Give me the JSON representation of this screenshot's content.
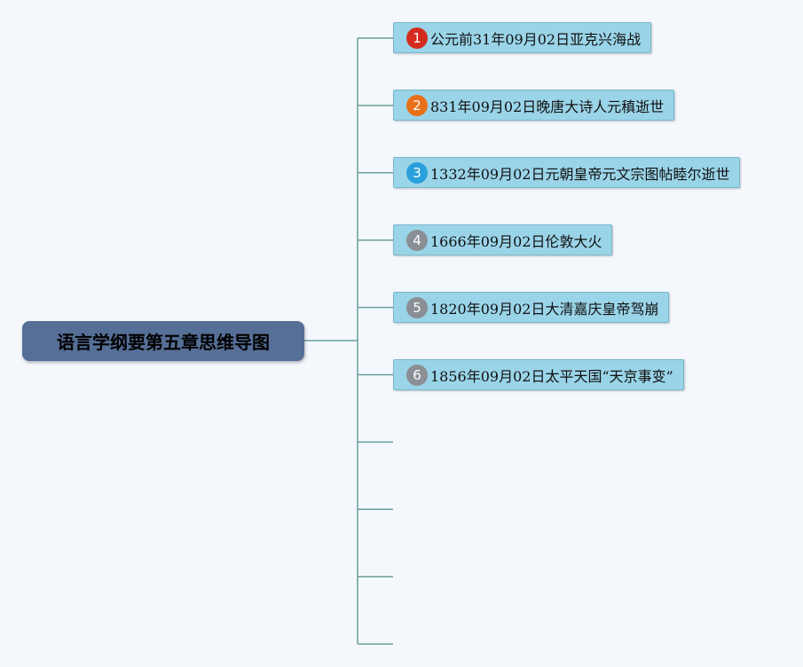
{
  "root": {
    "title": "语言学纲要第五章思维导图"
  },
  "topics": [
    {
      "number": "1",
      "text": "公元前31年09月02日亚克兴海战",
      "badge_color": "#d42a1f"
    },
    {
      "number": "2",
      "text": "831年09月02日晚唐大诗人元稹逝世",
      "badge_color": "#e8701a"
    },
    {
      "number": "3",
      "text": "1332年09月02日元朝皇帝元文宗图帖睦尔逝世",
      "badge_color": "#2aa0dc"
    },
    {
      "number": "4",
      "text": "1666年09月02日伦敦大火",
      "badge_color": "#8a8f95"
    },
    {
      "number": "5",
      "text": "1820年09月02日大清嘉庆皇帝驾崩",
      "badge_color": "#8a8f95"
    },
    {
      "number": "6",
      "text": "1856年09月02日太平天国“天京事变”",
      "badge_color": "#8a8f95"
    }
  ],
  "empty_branch_count": 4,
  "colors": {
    "connector": "#6a9e97",
    "root_fill": "#566f97",
    "topic_fill": "#9ad4e8"
  }
}
